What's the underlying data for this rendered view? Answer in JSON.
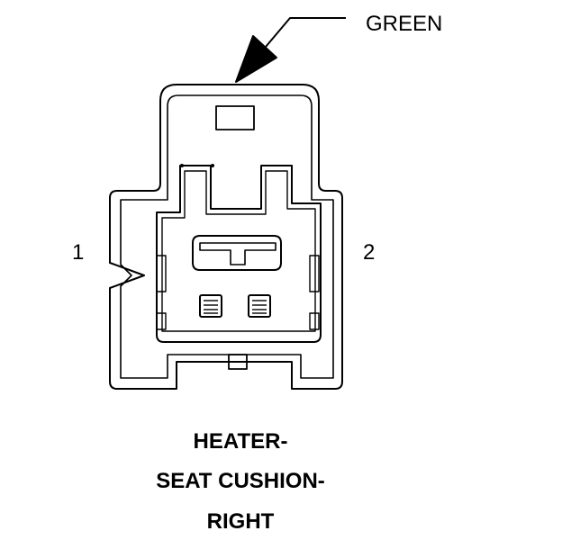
{
  "connector": {
    "color_label": "GREEN",
    "pin_left": "1",
    "pin_right": "2"
  },
  "caption": {
    "line1": "HEATER-",
    "line2": "SEAT CUSHION-",
    "line3": "RIGHT"
  }
}
